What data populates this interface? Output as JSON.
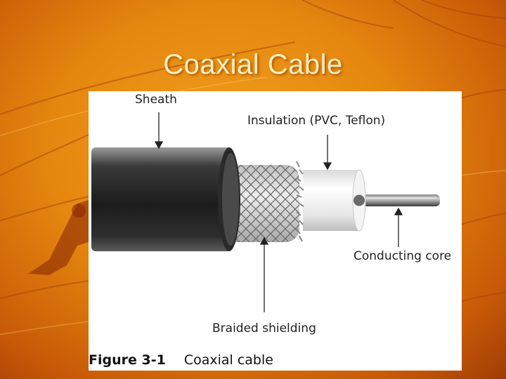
{
  "slide": {
    "title": "Coaxial Cable"
  },
  "figure": {
    "labels": {
      "sheath": "Sheath",
      "insulation": "Insulation (PVC, Teflon)",
      "conducting_core": "Conducting core",
      "braided_shielding": "Braided shielding"
    },
    "caption": {
      "number": "Figure 3-1",
      "text": "Coaxial cable"
    }
  },
  "colors": {
    "background": "#e5870f",
    "title_text": "#fdeebd",
    "panel": "#ffffff"
  }
}
